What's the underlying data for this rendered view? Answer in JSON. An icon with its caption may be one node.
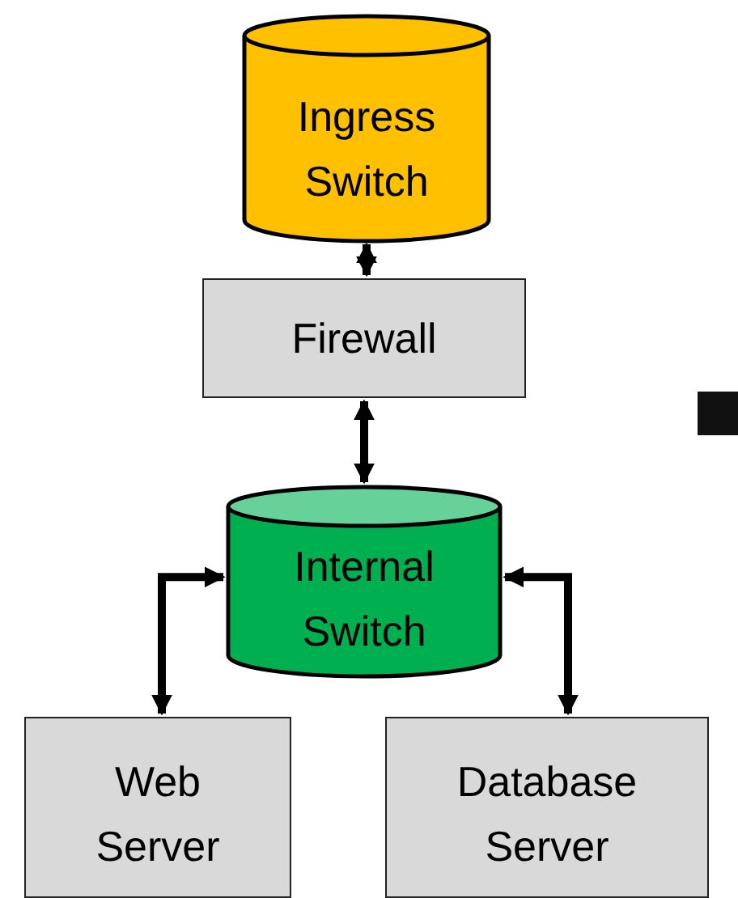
{
  "diagram": {
    "nodes": [
      {
        "text": [
          "Ingress Switch"
        ]
      },
      {
        "text": [
          "Firewall"
        ]
      },
      {
        "text": [
          "Internal Switch"
        ]
      },
      {
        "text": [
          "Web Server"
        ]
      },
      {
        "text": [
          "Database Server"
        ]
      }
    ],
    "edges": [
      {
        "from": 0,
        "to": 1,
        "arrow": "both"
      },
      {
        "from": 1,
        "to": 2,
        "arrow": "both"
      },
      {
        "from": 2,
        "to": 3,
        "arrow": "both"
      },
      {
        "from": 2,
        "to": 4,
        "arrow": "both"
      }
    ]
  }
}
